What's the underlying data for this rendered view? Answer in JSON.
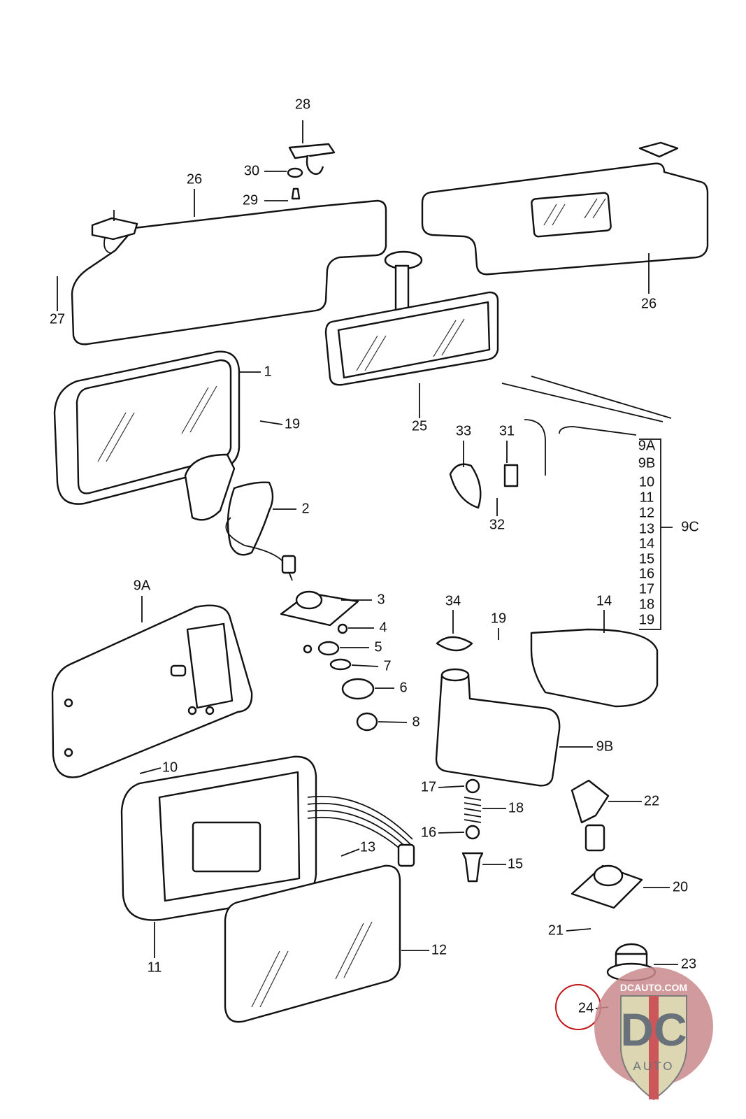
{
  "callouts": [
    "28",
    "30",
    "29",
    "26",
    "27",
    "26",
    "1",
    "19",
    "25",
    "33",
    "31",
    "32",
    "2",
    "9A",
    "3",
    "4",
    "5",
    "7",
    "6",
    "8",
    "34",
    "19",
    "14",
    "9B",
    "10",
    "17",
    "18",
    "16",
    "22",
    "13",
    "15",
    "20",
    "21",
    "23",
    "11",
    "12",
    "24"
  ],
  "group_list": {
    "items": [
      "9A",
      "9B",
      "10",
      "11",
      "12",
      "13",
      "14",
      "15",
      "16",
      "17",
      "18",
      "19"
    ],
    "group_label": "9C"
  },
  "highlighted_callout": "24",
  "highlight_color": "#c0171b",
  "watermark": {
    "text_top": "DCAUTO.COM",
    "text_main": "DC",
    "text_bottom": "AUTO",
    "colors": {
      "disc": "#c98a8d",
      "shield": "#d8cfa5",
      "letters": "#505a63",
      "stripe": "#c23a3e"
    }
  }
}
